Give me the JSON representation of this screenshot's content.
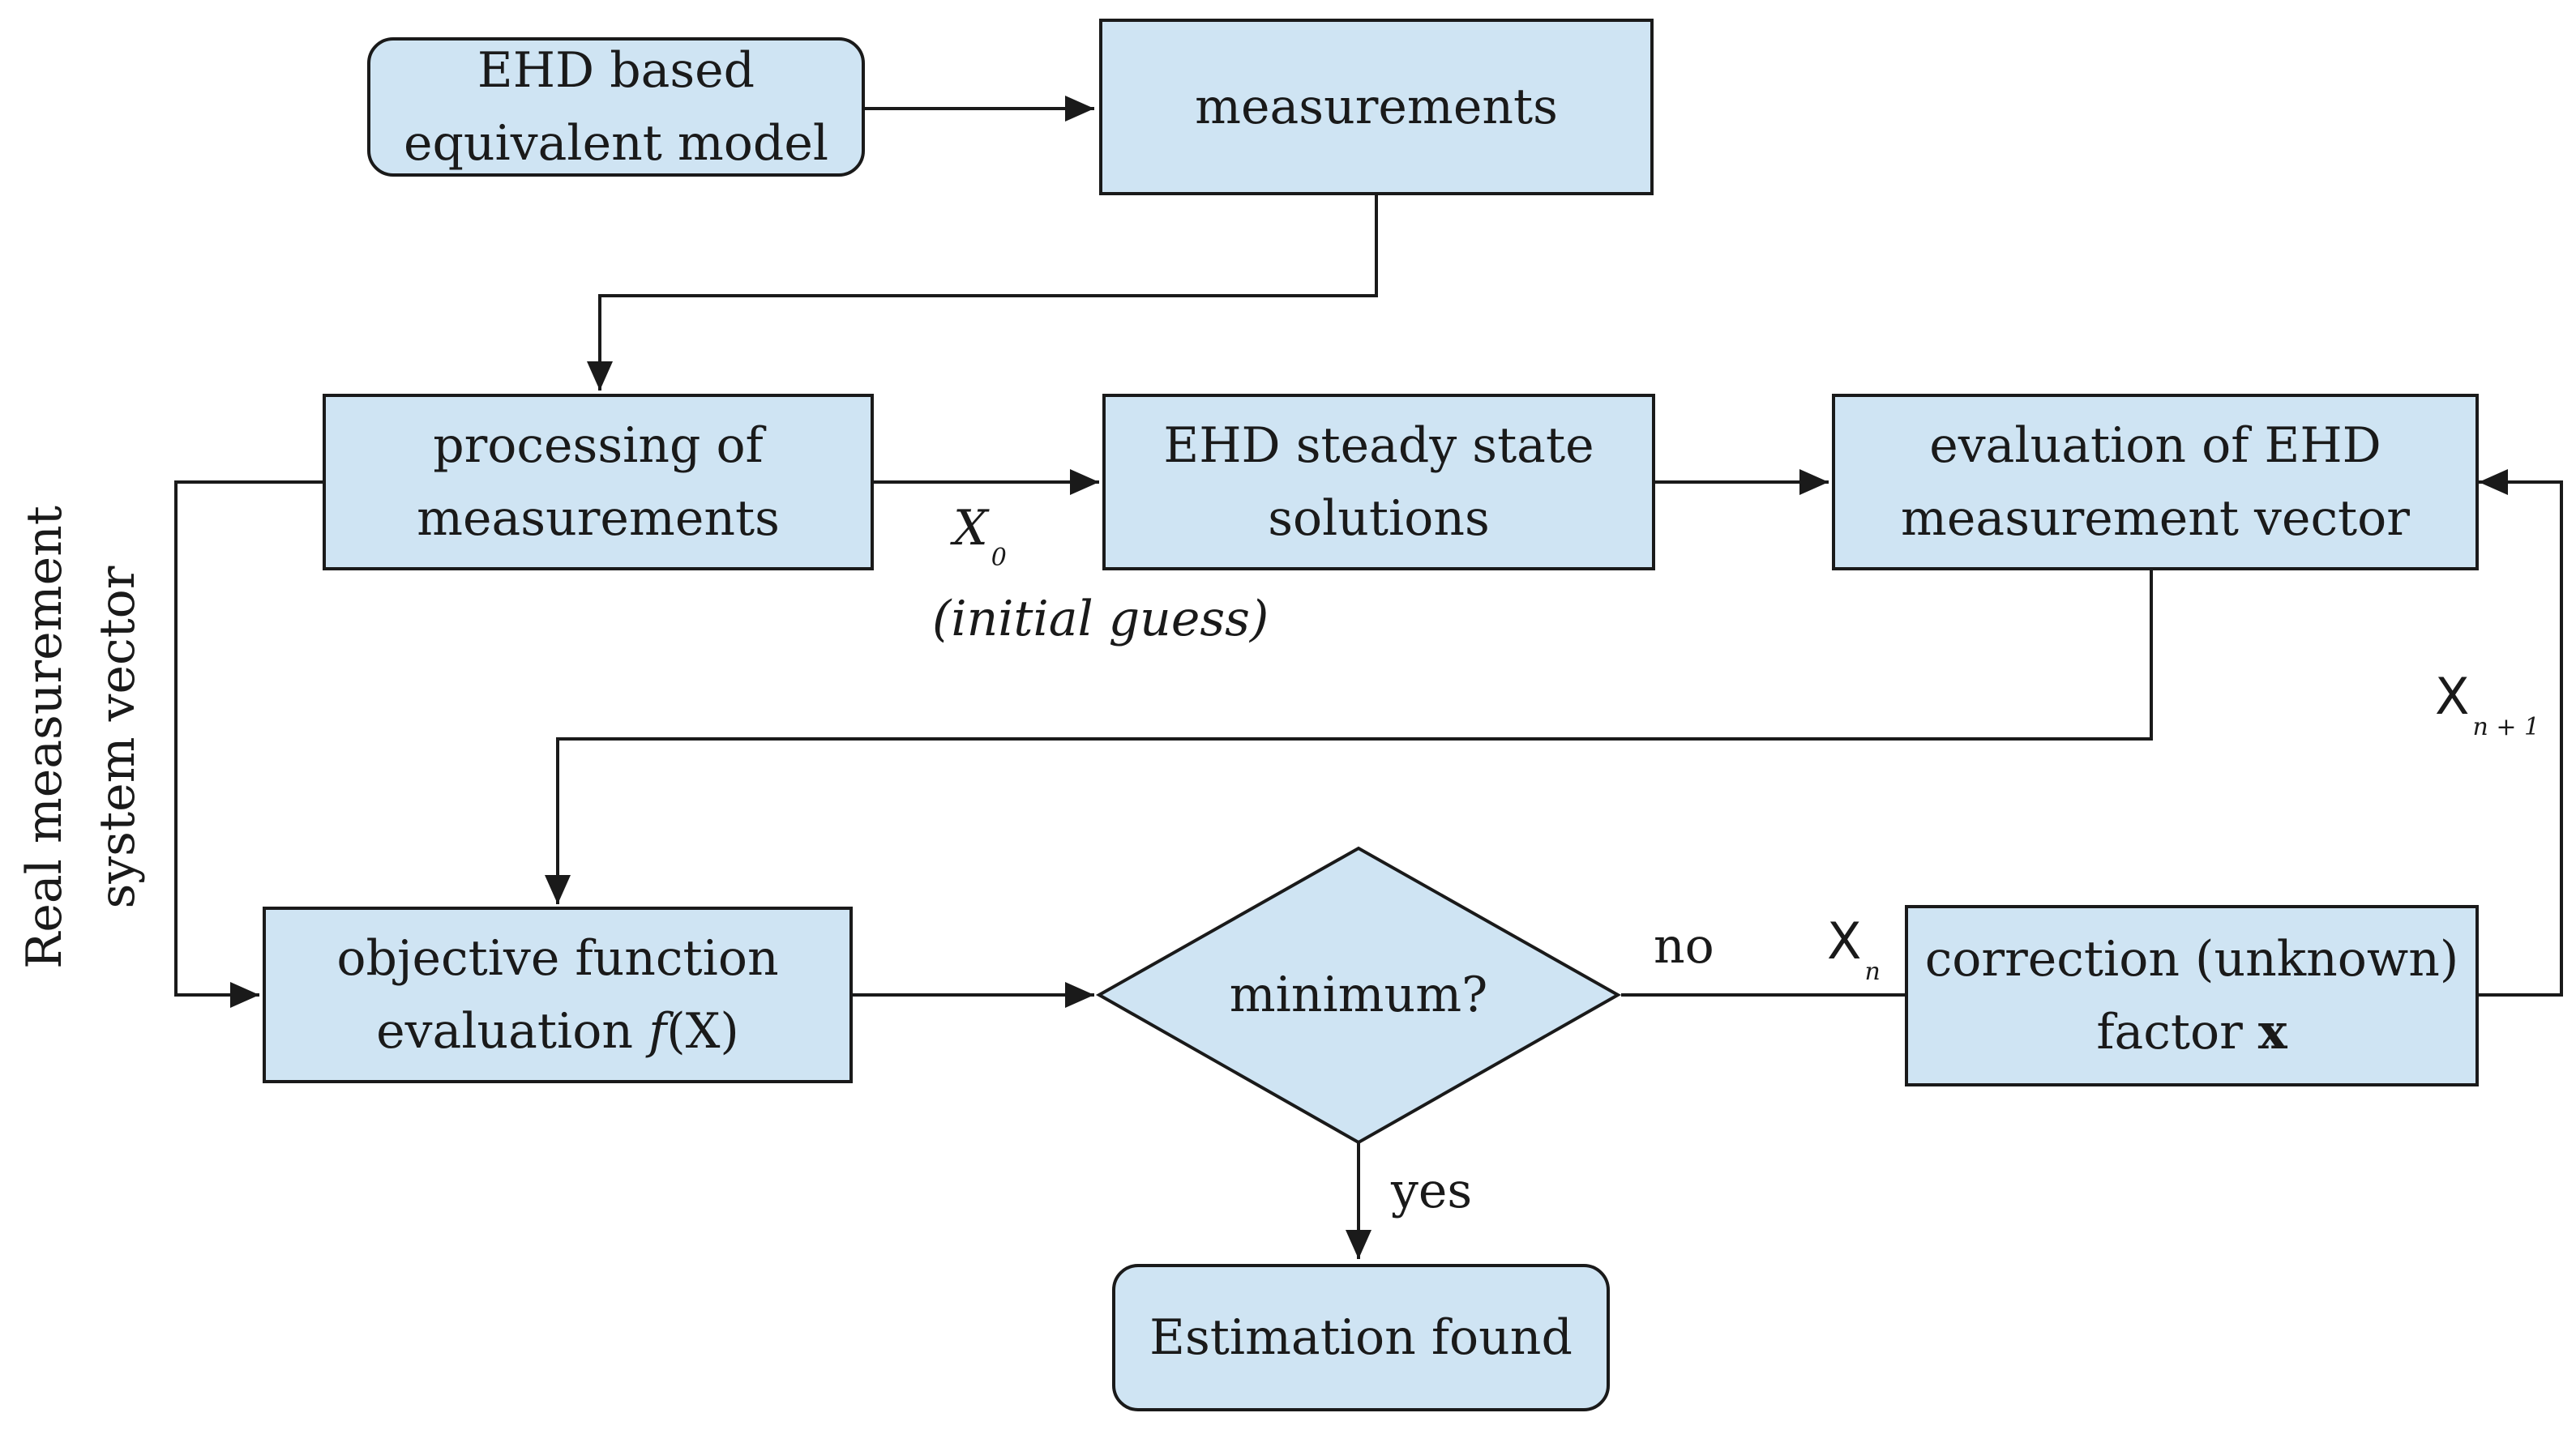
{
  "colors": {
    "box_fill": "#cfe4f3",
    "stroke": "#1a1a1a"
  },
  "nodes": {
    "ehd_model": {
      "line1": "EHD based",
      "line2": "equivalent model"
    },
    "measurements": {
      "text": "measurements"
    },
    "processing": {
      "line1": "processing of",
      "line2": "measurements"
    },
    "steady_state": {
      "line1": "EHD steady state",
      "line2": "solutions"
    },
    "evaluation_vector": {
      "line1": "evaluation of EHD",
      "line2": "measurement vector"
    },
    "objective": {
      "line1": "objective function",
      "line2_prefix": "evaluation ",
      "line2_f": "f",
      "line2_suffix": "(X)"
    },
    "minimum": {
      "text": "minimum?"
    },
    "correction": {
      "line1": "correction (unknown)",
      "line2_prefix": "factor ",
      "line2_var": "x"
    },
    "estimation": {
      "text": "Estimation found"
    }
  },
  "labels": {
    "x0_symbol": "X",
    "x0_sub": "0",
    "initial_guess": "(initial guess)",
    "no": "no",
    "yes": "yes",
    "xn_symbol": "X",
    "xn_sub": "n",
    "xn1_symbol": "X",
    "xn1_sub": "n + 1",
    "side_line1": "Real measurement",
    "side_line2": "system vector"
  }
}
